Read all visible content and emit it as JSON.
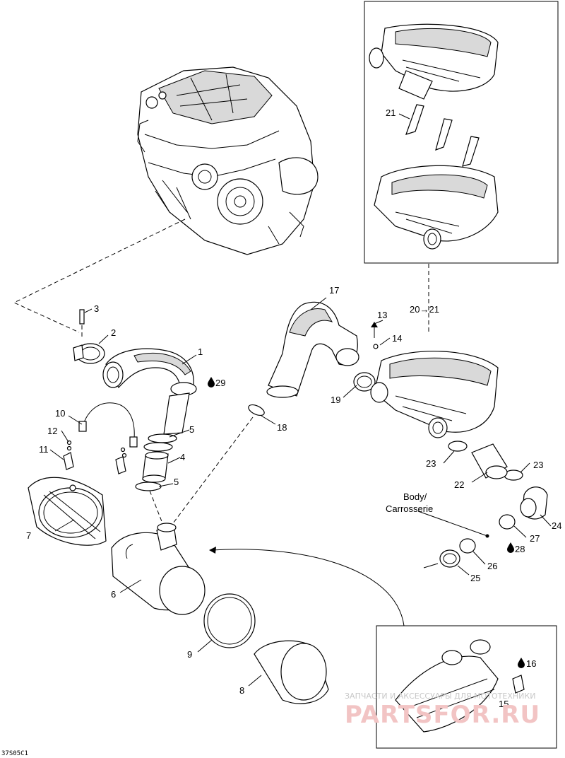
{
  "diagram": {
    "labels": {
      "p1": "1",
      "p2": "2",
      "p3": "3",
      "p4": "4",
      "p5a": "5",
      "p5b": "5",
      "p6": "6",
      "p7": "7",
      "p8": "8",
      "p9": "9",
      "p10": "10",
      "p11": "11",
      "p12": "12",
      "p13": "13",
      "p14": "14",
      "p15": "15",
      "p16": "16",
      "p17": "17",
      "p18": "18",
      "p19": "19",
      "p20_21": "20→21",
      "p21": "21",
      "p22": "22",
      "p23a": "23",
      "p23b": "23",
      "p24": "24",
      "p25": "25",
      "p26": "26",
      "p27": "27",
      "p28": "28",
      "p29": "29"
    },
    "body_note": {
      "line1": "Body/",
      "line2": "Carrosserie"
    },
    "drawing_id": "37S05C1",
    "watermark": {
      "line1": "ЗАПЧАСТИ И АКСЕССУАРЫ ДЛЯ МОТОТЕХНИКИ",
      "line2": "PARTSFOR.RU"
    }
  }
}
